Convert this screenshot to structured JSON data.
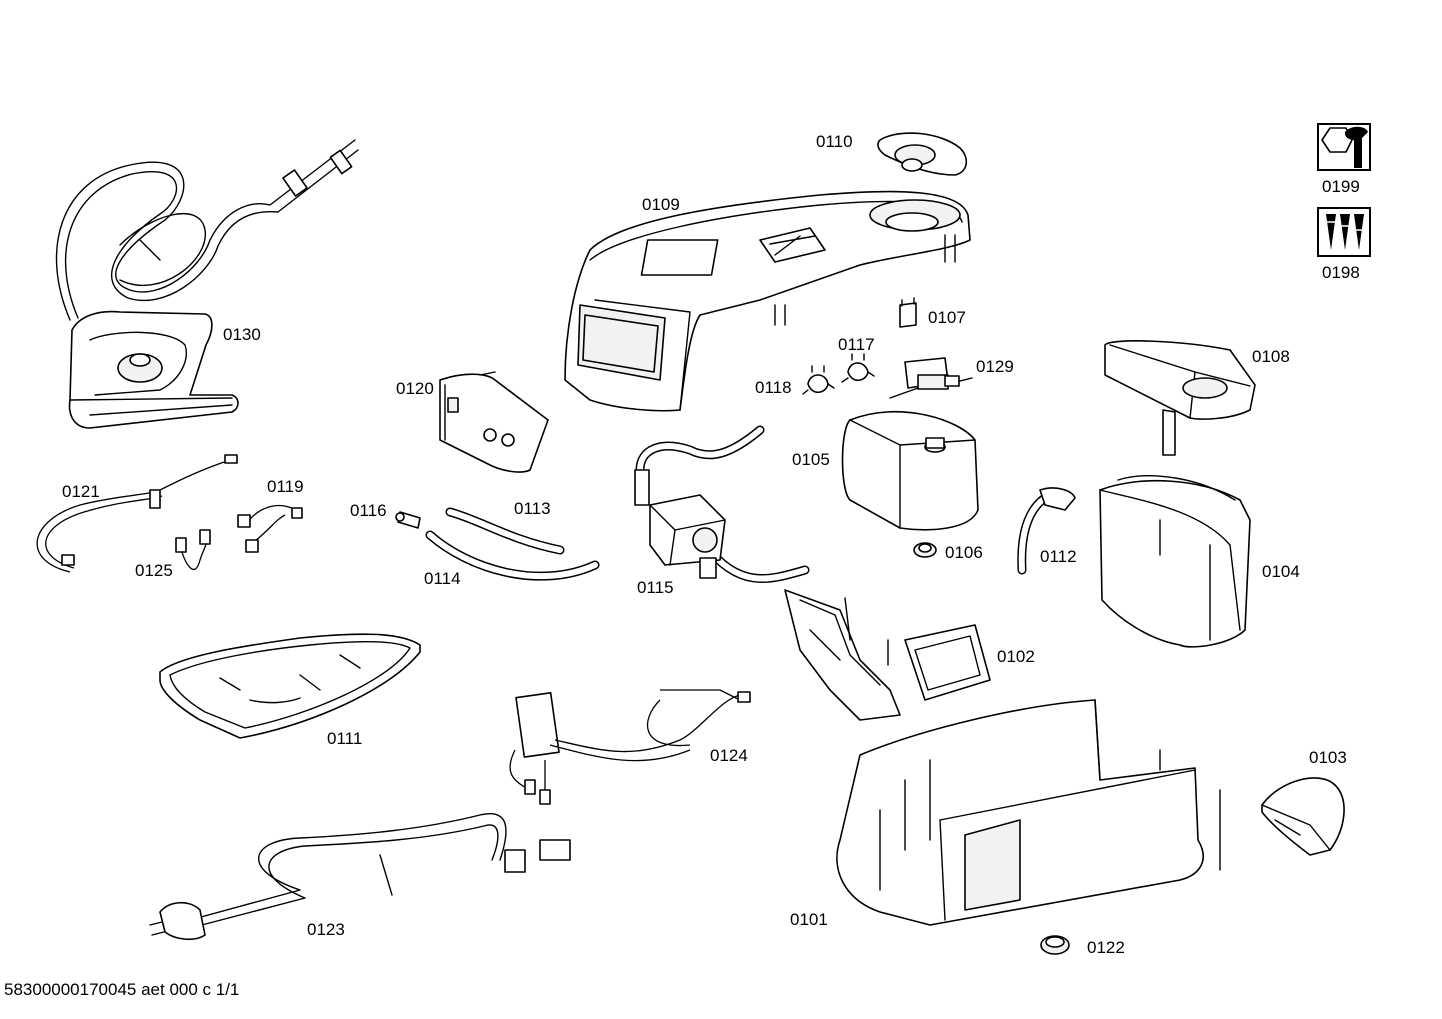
{
  "labels": {
    "p0101": "0101",
    "p0102": "0102",
    "p0103": "0103",
    "p0104": "0104",
    "p0105": "0105",
    "p0106": "0106",
    "p0107": "0107",
    "p0108": "0108",
    "p0109": "0109",
    "p0110": "0110",
    "p0111": "0111",
    "p0112": "0112",
    "p0113": "0113",
    "p0114": "0114",
    "p0115": "0115",
    "p0116": "0116",
    "p0117": "0117",
    "p0118": "0118",
    "p0119": "0119",
    "p0120": "0120",
    "p0121": "0121",
    "p0122": "0122",
    "p0123": "0123",
    "p0124": "0124",
    "p0125": "0125",
    "p0129": "0129",
    "p0130": "0130",
    "p0198": "0198",
    "p0199": "0199"
  },
  "icons": {
    "p0199": "wrench-nut-icon",
    "p0198": "screws-icon"
  },
  "footer": {
    "doc_ref": "58300000170045 aet 000 c 1/1"
  }
}
